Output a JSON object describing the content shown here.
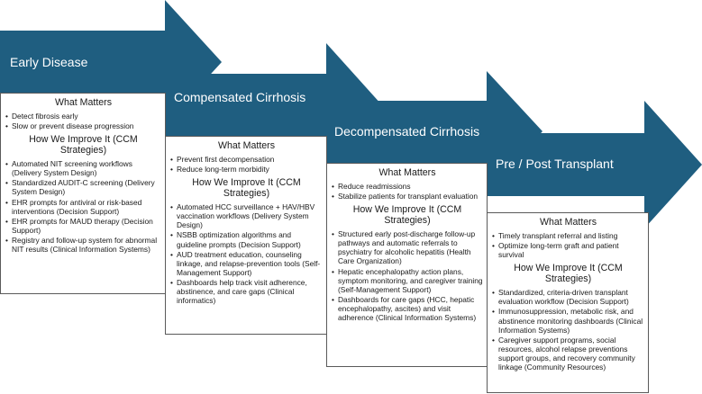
{
  "colors": {
    "arrow": "#1f5e80",
    "card_border": "#5a5a5a",
    "text": "#1a1a1a"
  },
  "stages": [
    {
      "title": "Early Disease",
      "what_matters_heading": "What Matters",
      "what_matters": [
        "Detect fibrosis early",
        "Slow or prevent disease progression"
      ],
      "improve_heading": "How We Improve It (CCM Strategies)",
      "strategies": [
        "Automated NIT screening workflows (Delivery System Design)",
        "Standardized AUDIT-C screening (Delivery System Design)",
        "EHR prompts for antiviral or risk-based interventions (Decision Support)",
        "EHR prompts for MAUD therapy (Decision Support)",
        "Registry and follow-up system for abnormal NIT results (Clinical Information Systems)"
      ]
    },
    {
      "title": "Compensated Cirrhosis",
      "what_matters_heading": "What Matters",
      "what_matters": [
        "Prevent first decompensation",
        "Reduce long-term morbidity"
      ],
      "improve_heading": "How We Improve It (CCM Strategies)",
      "strategies": [
        "Automated HCC surveillance + HAV/HBV vaccination workflows (Delivery System Design)",
        "NSBB optimization algorithms and guideline prompts (Decision Support)",
        "AUD treatment education, counseling linkage, and relapse-prevention tools (Self-Management Support)",
        "Dashboards help track visit adherence, abstinence, and care gaps (Clinical informatics)"
      ]
    },
    {
      "title": "Decompensated Cirrhosis",
      "what_matters_heading": "What Matters",
      "what_matters": [
        "Reduce readmissions",
        "Stabilize patients for transplant evaluation"
      ],
      "improve_heading": "How We Improve It (CCM Strategies)",
      "strategies": [
        "Structured early post-discharge follow-up pathways and automatic referrals to psychiatry for alcoholic hepatitis (Health Care Organization)",
        "Hepatic encephalopathy action plans, symptom monitoring, and caregiver training (Self-Management Support)",
        "Dashboards for care gaps (HCC, hepatic encephalopathy, ascites) and visit adherence (Clinical Information Systems)"
      ]
    },
    {
      "title": "Pre / Post Transplant",
      "what_matters_heading": "What Matters",
      "what_matters": [
        "Timely transplant referral and listing",
        "Optimize long-term graft and patient survival"
      ],
      "improve_heading": "How We Improve It (CCM Strategies)",
      "strategies": [
        "Standardized, criteria-driven transplant evaluation workflow (Decision Support)",
        "Immunosuppression, metabolic risk, and abstinence monitoring dashboards (Clinical Information Systems)",
        "Caregiver support programs, social resources, alcohol relapse preventions support groups, and recovery community linkage (Community Resources)"
      ]
    }
  ]
}
